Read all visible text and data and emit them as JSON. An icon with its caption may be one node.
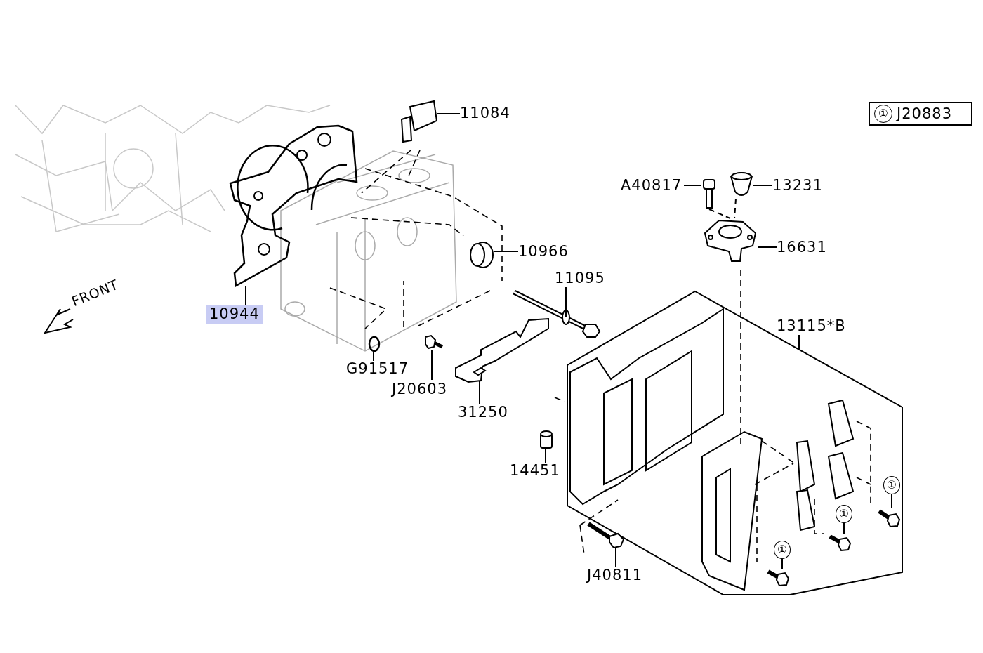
{
  "diagram": {
    "nodes": [
      {
        "text": [
          "①",
          "J20883"
        ]
      },
      {
        "text": [
          "11084"
        ]
      },
      {
        "text": [],
        "shape": "picture"
      },
      {
        "text": [
          "A40817"
        ]
      },
      {
        "text": [],
        "shape": "picture"
      },
      {
        "text": [
          "13231"
        ]
      },
      {
        "text": [],
        "shape": "picture"
      },
      {
        "text": [
          "10966"
        ]
      },
      {
        "text": [],
        "shape": "ring"
      },
      {
        "text": [
          "16631"
        ]
      },
      {
        "text": [],
        "shape": "picture"
      },
      {
        "text": [
          "11095"
        ]
      },
      {
        "text": [],
        "shape": "picture"
      },
      {
        "text": [
          "13115*B"
        ]
      },
      {
        "text": [],
        "shape": "hexagon"
      },
      {
        "text": [
          "10944"
        ]
      },
      {
        "text": [],
        "shape": "picture"
      },
      {
        "text": [
          "G91517"
        ]
      },
      {
        "text": [],
        "shape": "ring"
      },
      {
        "text": [
          "J20603"
        ]
      },
      {
        "text": [],
        "shape": "bolt"
      },
      {
        "text": [
          "31250"
        ]
      },
      {
        "text": [],
        "shape": "picture"
      },
      {
        "text": [
          "14451"
        ]
      },
      {
        "text": [],
        "shape": "plug"
      },
      {
        "text": [
          "J40811"
        ]
      },
      {
        "text": [],
        "shape": "picture"
      },
      {
        "text": [
          "①"
        ],
        "in": 14
      },
      {
        "text": [],
        "shape": "picture",
        "in": 14
      },
      {
        "text": [
          "①"
        ],
        "in": 14
      },
      {
        "text": [],
        "shape": "bolt",
        "in": 14
      },
      {
        "text": [
          "①"
        ],
        "in": 14
      },
      {
        "text": [],
        "shape": "bolt",
        "in": 14
      }
    ],
    "edges": [
      {
        "from": 1,
        "to": 2,
        "arrow": "none"
      },
      {
        "from": 3,
        "to": 4,
        "arrow": "none"
      },
      {
        "from": 5,
        "to": 6,
        "arrow": "none"
      },
      {
        "from": 7,
        "to": 8,
        "arrow": "none"
      },
      {
        "from": 9,
        "to": 10,
        "arrow": "none"
      },
      {
        "from": 11,
        "to": 12,
        "arrow": "none"
      },
      {
        "from": 13,
        "to": 14,
        "arrow": "none"
      },
      {
        "from": 15,
        "to": 16,
        "arrow": "none"
      },
      {
        "from": 17,
        "to": 18,
        "arrow": "none"
      },
      {
        "from": 19,
        "to": 20,
        "arrow": "none"
      },
      {
        "from": 21,
        "to": 22,
        "arrow": "none"
      },
      {
        "from": 23,
        "to": 24,
        "arrow": "none"
      },
      {
        "from": 25,
        "to": 26,
        "arrow": "none"
      },
      {
        "from": 27,
        "to": 28,
        "arrow": "none"
      },
      {
        "from": 29,
        "to": 30,
        "arrow": "none"
      },
      {
        "from": 31,
        "to": 32,
        "arrow": "none"
      },
      {
        "from": 4,
        "to": 10,
        "arrow": "none",
        "style": "dashed"
      },
      {
        "from": 6,
        "to": 10,
        "arrow": "none",
        "style": "dashed"
      }
    ],
    "labels": [
      "FRONT"
    ]
  }
}
